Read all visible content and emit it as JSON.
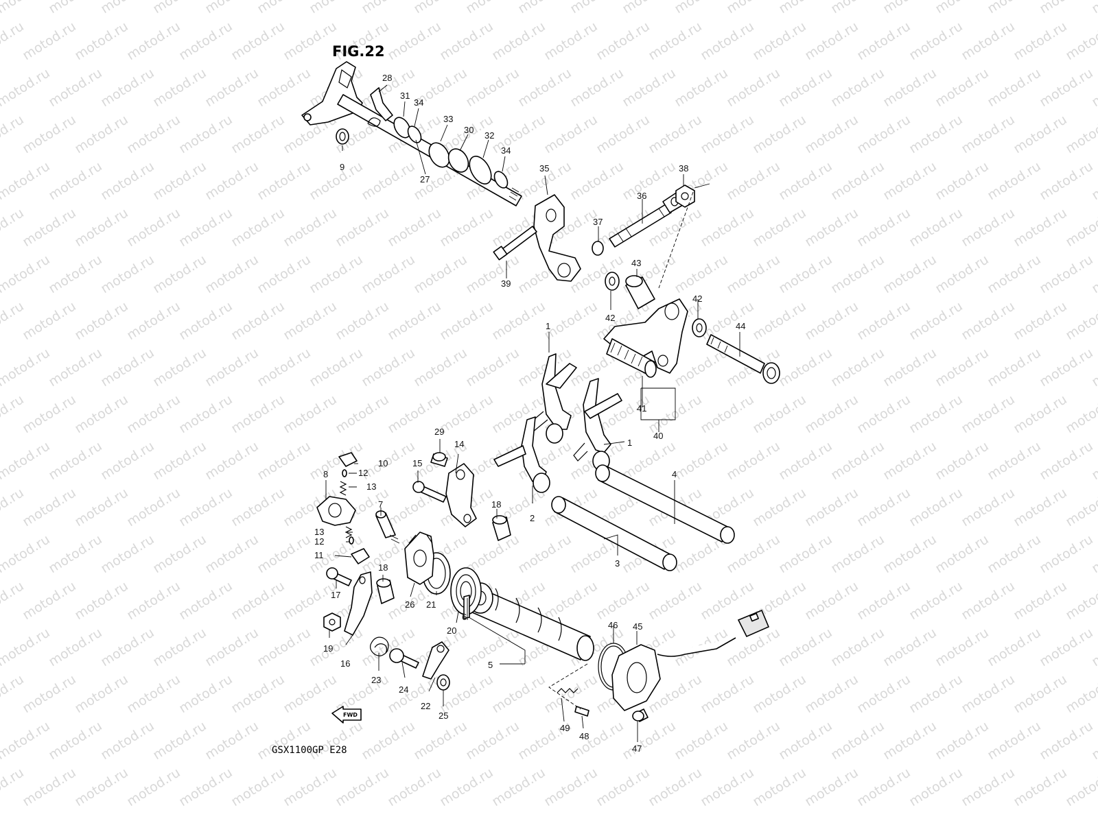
{
  "figure": {
    "title": "FIG.22",
    "model_code": "GSX1100GP  E28",
    "forward_marker": "FWD",
    "watermark": "motod.ru"
  },
  "callouts": [
    {
      "id": "c-1a",
      "text": "1"
    },
    {
      "id": "c-1b",
      "text": "1"
    },
    {
      "id": "c-2",
      "text": "2"
    },
    {
      "id": "c-3",
      "text": "3"
    },
    {
      "id": "c-4",
      "text": "4"
    },
    {
      "id": "c-5",
      "text": "5"
    },
    {
      "id": "c-6",
      "text": "6"
    },
    {
      "id": "c-7",
      "text": "7"
    },
    {
      "id": "c-8",
      "text": "8"
    },
    {
      "id": "c-9",
      "text": "9"
    },
    {
      "id": "c-10",
      "text": "10"
    },
    {
      "id": "c-11",
      "text": "11"
    },
    {
      "id": "c-12a",
      "text": "12"
    },
    {
      "id": "c-12b",
      "text": "12"
    },
    {
      "id": "c-13a",
      "text": "13"
    },
    {
      "id": "c-13b",
      "text": "13"
    },
    {
      "id": "c-14",
      "text": "14"
    },
    {
      "id": "c-15",
      "text": "15"
    },
    {
      "id": "c-16",
      "text": "16"
    },
    {
      "id": "c-17",
      "text": "17"
    },
    {
      "id": "c-18a",
      "text": "18"
    },
    {
      "id": "c-18b",
      "text": "18"
    },
    {
      "id": "c-19",
      "text": "19"
    },
    {
      "id": "c-20",
      "text": "20"
    },
    {
      "id": "c-21",
      "text": "21"
    },
    {
      "id": "c-22",
      "text": "22"
    },
    {
      "id": "c-23",
      "text": "23"
    },
    {
      "id": "c-24",
      "text": "24"
    },
    {
      "id": "c-25",
      "text": "25"
    },
    {
      "id": "c-26",
      "text": "26"
    },
    {
      "id": "c-27",
      "text": "27"
    },
    {
      "id": "c-28",
      "text": "28"
    },
    {
      "id": "c-29",
      "text": "29"
    },
    {
      "id": "c-30",
      "text": "30"
    },
    {
      "id": "c-31",
      "text": "31"
    },
    {
      "id": "c-32",
      "text": "32"
    },
    {
      "id": "c-33",
      "text": "33"
    },
    {
      "id": "c-34a",
      "text": "34"
    },
    {
      "id": "c-34b",
      "text": "34"
    },
    {
      "id": "c-35",
      "text": "35"
    },
    {
      "id": "c-36",
      "text": "36"
    },
    {
      "id": "c-37",
      "text": "37"
    },
    {
      "id": "c-38",
      "text": "38"
    },
    {
      "id": "c-39",
      "text": "39"
    },
    {
      "id": "c-40",
      "text": "40"
    },
    {
      "id": "c-41",
      "text": "41"
    },
    {
      "id": "c-42a",
      "text": "42"
    },
    {
      "id": "c-42b",
      "text": "42"
    },
    {
      "id": "c-43",
      "text": "43"
    },
    {
      "id": "c-44",
      "text": "44"
    },
    {
      "id": "c-45",
      "text": "45"
    },
    {
      "id": "c-46",
      "text": "46"
    },
    {
      "id": "c-47",
      "text": "47"
    },
    {
      "id": "c-48",
      "text": "48"
    },
    {
      "id": "c-49",
      "text": "49"
    }
  ]
}
